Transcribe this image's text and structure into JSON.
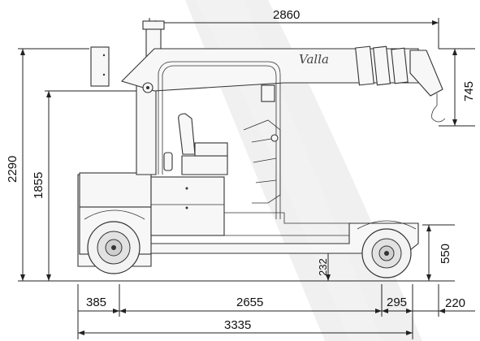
{
  "diagram": {
    "brand": "Valla",
    "dimensions": {
      "top_reach": "2860",
      "hook_height": "745",
      "total_height": "2290",
      "seat_height": "1855",
      "rear_wheel_height": "550",
      "ground_clearance": "232",
      "rear_overhang": "385",
      "wheelbase": "2655",
      "front_overhang_1": "295",
      "front_overhang_2": "220",
      "total_length": "3335"
    }
  }
}
